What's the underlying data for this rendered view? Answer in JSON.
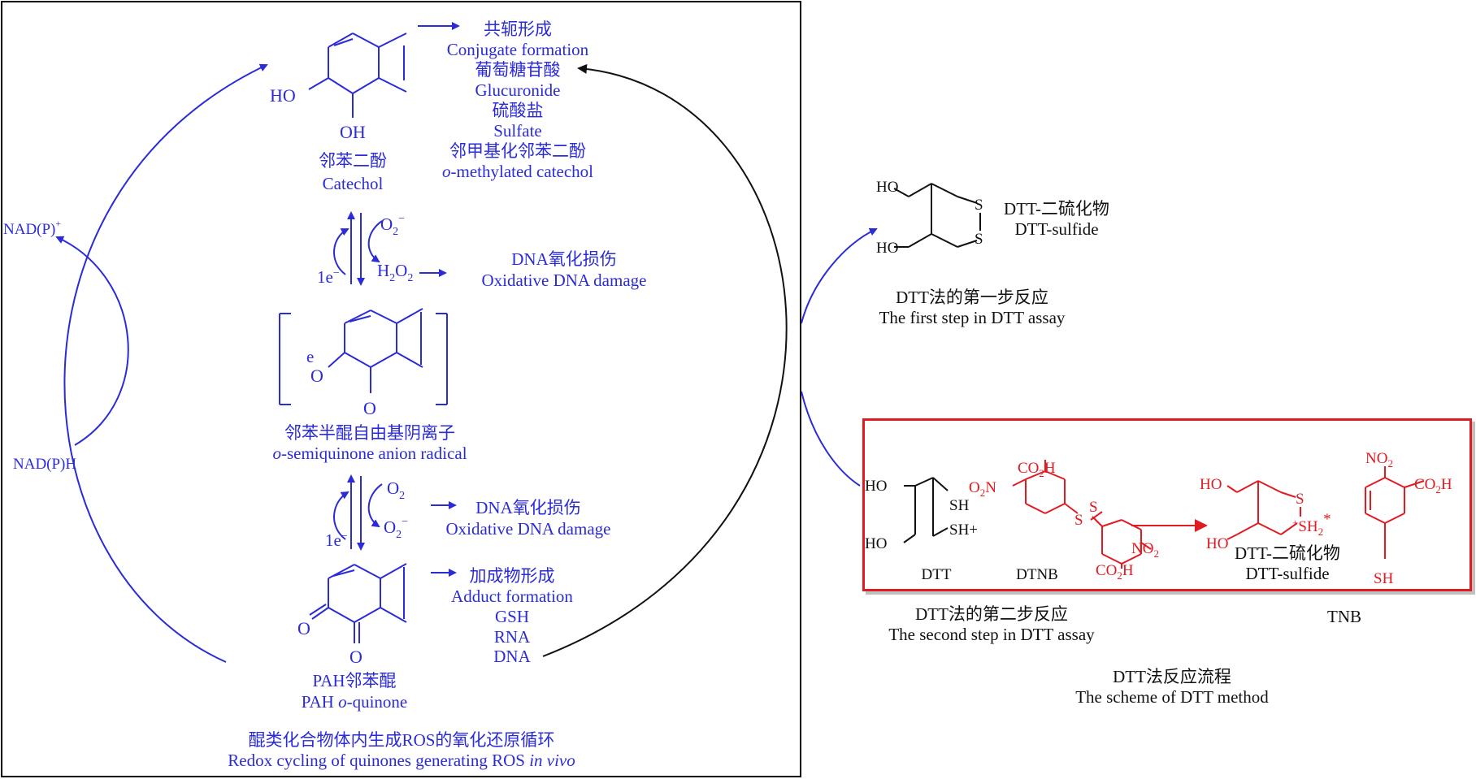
{
  "catechol": {
    "atoms": {
      "ho": "HO",
      "oh": "OH"
    },
    "name_cn": "邻苯二酚",
    "name_en": "Catechol"
  },
  "conjugation": {
    "items": [
      {
        "cn": "共轭形成",
        "en": "Conjugate formation"
      },
      {
        "cn": "葡萄糖苷酸",
        "en": "Glucuronide"
      },
      {
        "cn": "硫酸盐",
        "en": "Sulfate"
      },
      {
        "cn": "邻甲基化邻苯二酚",
        "en_italic": "o",
        "en_rest": "-methylated catechol"
      }
    ]
  },
  "step1": {
    "electron": "1e",
    "o2": "O",
    "h2o2": "H",
    "dna_cn": "DNA氧化损伤",
    "dna_en": "Oxidative DNA damage"
  },
  "semiquinone": {
    "atoms": {
      "e": "e",
      "o_top": "O",
      "o_bottom": "O"
    },
    "name_cn": "邻苯半醌自由基阴离子",
    "name_en_italic": "o",
    "name_en_rest": "-semiquinone anion radical"
  },
  "step2": {
    "electron": "1e",
    "o2": "O",
    "o2_minus": "O",
    "dna_cn": "DNA氧化损伤",
    "dna_en": "Oxidative DNA damage"
  },
  "quinone": {
    "atoms": {
      "o1": "O",
      "o2": "O"
    },
    "name_cn": "PAH邻苯醌",
    "name_en_prefix": "PAH ",
    "name_en_italic": "o",
    "name_en_rest": "-quinone"
  },
  "adduct": {
    "cn": "加成物形成",
    "en": "Adduct formation",
    "items": [
      "GSH",
      "RNA",
      "DNA"
    ]
  },
  "nadp": {
    "oxidized": "NAD(P)",
    "oxidized_sup": "+",
    "reduced": "NAD(P)H"
  },
  "left_caption": {
    "cn": "醌类化合物体内生成ROS的氧化还原循环",
    "en_rest": "Redox cycling of quinones generating ROS ",
    "en_italic": "in vivo"
  },
  "dtt_sulfide": {
    "atoms": {
      "ho1": "HO",
      "ho2": "HO",
      "s1": "S",
      "s2": "S"
    },
    "cn": "DTT-二硫化物",
    "en": "DTT-sulfide"
  },
  "first_step": {
    "cn": "DTT法的第一步反应",
    "en": "The first step in DTT assay"
  },
  "second_step": {
    "dtt": {
      "ho1": "HO",
      "ho2": "HO",
      "sh1": "SH",
      "sh2": "SH+",
      "label": "DTT"
    },
    "dtnb": {
      "label": "DTNB",
      "no2_a": "O",
      "co2h_a": "CO",
      "no2_b": "NO",
      "co2h_b": "CO",
      "s": "S"
    },
    "product": {
      "ho1": "HO",
      "ho2": "HO",
      "s": "S",
      "sh2": "SH",
      "star": "*",
      "cn": "DTT-二硫化物",
      "en": "DTT-sulfide"
    },
    "tnb": {
      "no2": "NO",
      "co2h": "CO",
      "sh": "SH",
      "label": "TNB"
    },
    "caption_cn": "DTT法的第二步反应",
    "caption_en": "The second step in DTT assay"
  },
  "scheme": {
    "cn": "DTT法反应流程",
    "en": "The scheme of DTT method"
  },
  "colors": {
    "blue": "#2b2bd8",
    "red": "#e11b22",
    "black": "#111111"
  }
}
